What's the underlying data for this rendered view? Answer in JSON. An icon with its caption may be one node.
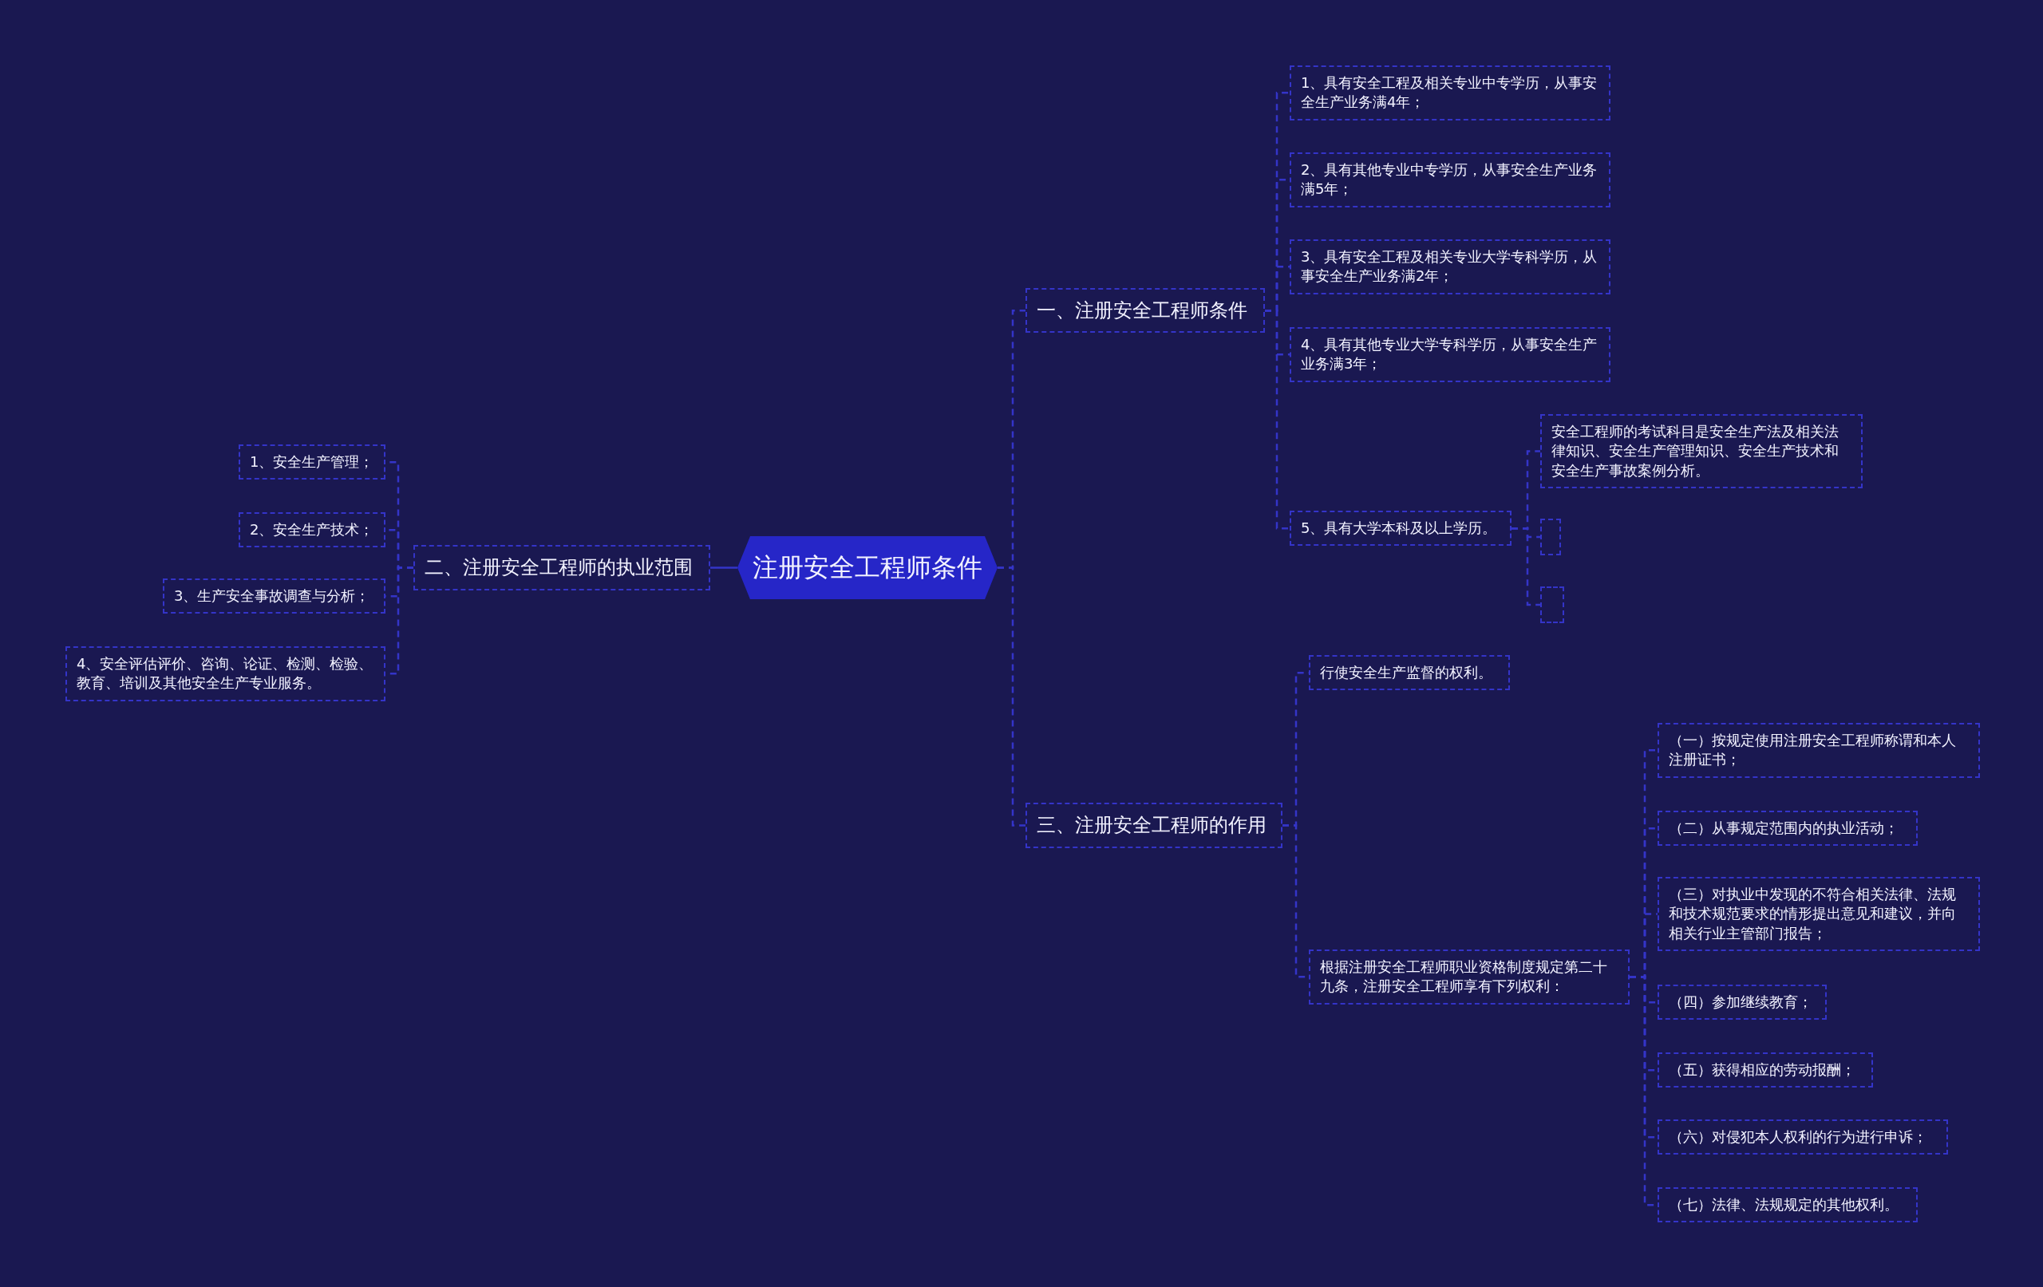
{
  "diagram": {
    "nodes": [
      {
        "text": [
          "注册安全工程师条件"
        ]
      },
      {
        "text": [
          "一、注册安全工程师条件"
        ]
      },
      {
        "text": [
          "1、具有安全工程及相关专业中专学历，从事安全生产业务满4年；"
        ]
      },
      {
        "text": [
          "2、具有其他专业中专学历，从事安全生产业务满5年；"
        ]
      },
      {
        "text": [
          "3、具有安全工程及相关专业大学专科学历，从事安全生产业务满2年；"
        ]
      },
      {
        "text": [
          "4、具有其他专业大学专科学历，从事安全生产业务满3年；"
        ]
      },
      {
        "text": [
          "5、具有大学本科及以上学历。"
        ]
      },
      {
        "text": [
          "安全工程师的考试科目是安全生产法及相关法律知识、安全生产管理知识、安全生产技术和安全生产事故案例分析。"
        ]
      },
      {
        "text": [],
        "shape": "box"
      },
      {
        "text": [],
        "shape": "box"
      },
      {
        "text": [
          "二、注册安全工程师的执业范围"
        ]
      },
      {
        "text": [
          "1、安全生产管理；"
        ]
      },
      {
        "text": [
          "2、安全生产技术；"
        ]
      },
      {
        "text": [
          "3、生产安全事故调查与分析；"
        ]
      },
      {
        "text": [
          "4、安全评估评价、咨询、论证、检测、检验、教育、培训及其他安全生产专业服务。"
        ]
      },
      {
        "text": [
          "三、注册安全工程师的作用"
        ]
      },
      {
        "text": [
          "行使安全生产监督的权利。"
        ]
      },
      {
        "text": [
          "根据注册安全工程师职业资格制度规定第二十九条，注册安全工程师享有下列权利："
        ]
      },
      {
        "text": [
          "（一）按规定使用注册安全工程师称谓和本人注册证书；"
        ]
      },
      {
        "text": [
          "（二）从事规定范围内的执业活动；"
        ]
      },
      {
        "text": [
          "（三）对执业中发现的不符合相关法律、法规和技术规范要求的情形提出意见和建议，并向相关行业主管部门报告；"
        ]
      },
      {
        "text": [
          "（四）参加继续教育；"
        ]
      },
      {
        "text": [
          "（五）获得相应的劳动报酬；"
        ]
      },
      {
        "text": [
          "（六）对侵犯本人权利的行为进行申诉；"
        ]
      },
      {
        "text": [
          "（七）法律、法规规定的其他权利。"
        ]
      }
    ],
    "edges": [
      {
        "from": 0,
        "to": 1,
        "arrow": "none",
        "style": "dashed"
      },
      {
        "from": 0,
        "to": 10,
        "arrow": "none"
      },
      {
        "from": 0,
        "to": 15,
        "arrow": "none",
        "style": "dashed"
      },
      {
        "from": 1,
        "to": 2,
        "arrow": "none",
        "style": "dashed"
      },
      {
        "from": 1,
        "to": 3,
        "arrow": "none",
        "style": "dashed"
      },
      {
        "from": 1,
        "to": 4,
        "arrow": "none",
        "style": "dashed"
      },
      {
        "from": 1,
        "to": 5,
        "arrow": "none",
        "style": "dashed"
      },
      {
        "from": 1,
        "to": 6,
        "arrow": "none",
        "style": "dashed"
      },
      {
        "from": 6,
        "to": 7,
        "arrow": "none",
        "style": "dashed"
      },
      {
        "from": 6,
        "to": 8,
        "arrow": "none",
        "style": "dashed"
      },
      {
        "from": 6,
        "to": 9,
        "arrow": "none",
        "style": "dashed"
      },
      {
        "from": 10,
        "to": 11,
        "arrow": "none",
        "style": "dashed"
      },
      {
        "from": 10,
        "to": 12,
        "arrow": "none",
        "style": "dashed"
      },
      {
        "from": 10,
        "to": 13,
        "arrow": "none",
        "style": "dashed"
      },
      {
        "from": 10,
        "to": 14,
        "arrow": "none",
        "style": "dashed"
      },
      {
        "from": 15,
        "to": 16,
        "arrow": "none",
        "style": "dashed"
      },
      {
        "from": 15,
        "to": 17,
        "arrow": "none",
        "style": "dashed"
      },
      {
        "from": 17,
        "to": 18,
        "arrow": "none",
        "style": "dashed"
      },
      {
        "from": 17,
        "to": 19,
        "arrow": "none",
        "style": "dashed"
      },
      {
        "from": 17,
        "to": 20,
        "arrow": "none",
        "style": "dashed"
      },
      {
        "from": 17,
        "to": 21,
        "arrow": "none",
        "style": "dashed"
      },
      {
        "from": 17,
        "to": 22,
        "arrow": "none",
        "style": "dashed"
      },
      {
        "from": 17,
        "to": 23,
        "arrow": "none",
        "style": "dashed"
      },
      {
        "from": 17,
        "to": 24,
        "arrow": "none",
        "style": "dashed"
      }
    ]
  }
}
